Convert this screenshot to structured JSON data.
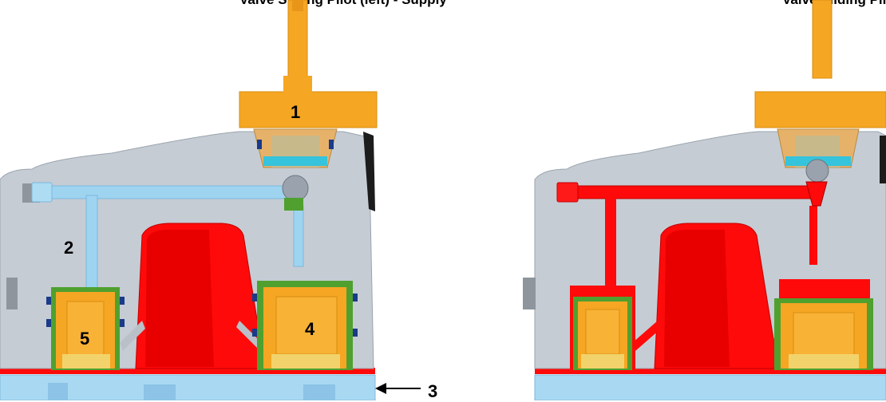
{
  "left_panel": {
    "title": "Valve Sliding Pilot (left) - Supply",
    "callouts": {
      "c1": "1",
      "c2": "2",
      "c3": "3",
      "c4": "4",
      "c5": "5"
    }
  },
  "right_panel": {
    "title": "Valve Sliding Pilot (right) - Supply"
  },
  "colors": {
    "body": "#c5ccd4",
    "pressurized": "#ff0a0a",
    "passage": "#9fd4f0",
    "brass": "#f5a623",
    "seal": "#4fa02f",
    "base": "#a9d8f2"
  }
}
